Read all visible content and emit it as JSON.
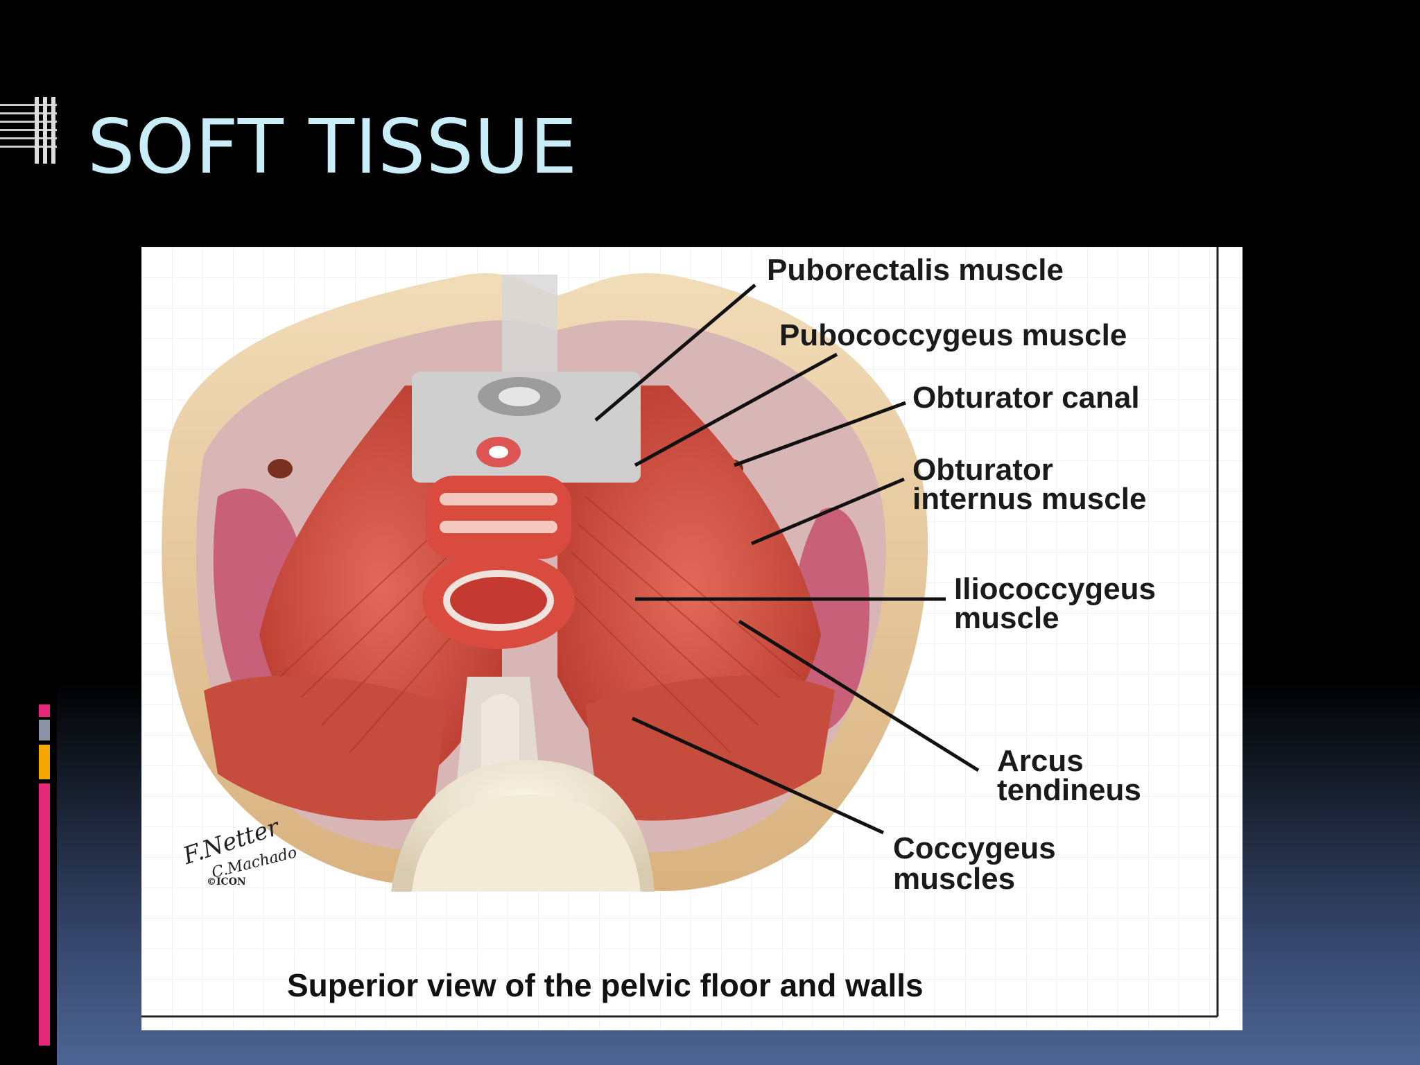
{
  "slide": {
    "title": "SOFT TISSUE"
  },
  "figure": {
    "labels": {
      "puborectalis": "Puborectalis muscle",
      "pubococcygeus": "Pubococcygeus muscle",
      "obturator_canal": "Obturator canal",
      "obturator_internus_1": "Obturator",
      "obturator_internus_2": "internus muscle",
      "iliococcygeus_1": "Iliococcygeus",
      "iliococcygeus_2": "muscle",
      "arcus_1": "Arcus",
      "arcus_2": "tendineus",
      "coccygeus_1": "Coccygeus",
      "coccygeus_2": "muscles"
    },
    "caption": "Superior view of the pelvic floor and walls",
    "signature": {
      "line1": "F.Netter",
      "line2": "C.Machado",
      "line3": "©ICON"
    }
  },
  "colors": {
    "title": "#c9eefa",
    "muscle": "#c8463a",
    "bone": "#e8c79a",
    "accent_pink": "#e5287a",
    "accent_gray": "#8a93a3",
    "accent_orange": "#f5a800"
  }
}
